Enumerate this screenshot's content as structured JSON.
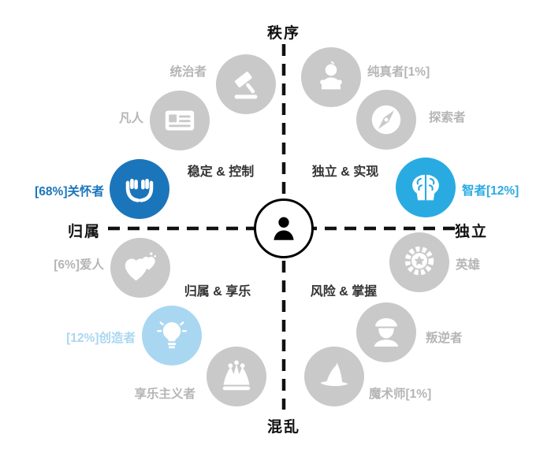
{
  "axes": {
    "top": "秩序",
    "bottom": "混乱",
    "left": "归属",
    "right": "独立"
  },
  "quadrants": [
    {
      "id": "top-left",
      "label": "稳定 & 控制"
    },
    {
      "id": "top-right",
      "label": "独立 & 实现"
    },
    {
      "id": "bottom-left",
      "label": "归属 & 享乐"
    },
    {
      "id": "bottom-right",
      "label": "风险 & 掌握"
    }
  ],
  "archetypes": [
    {
      "id": "ruler",
      "label": "统治者",
      "icon": "gavel-icon",
      "color": "#c9c9c9"
    },
    {
      "id": "innocent",
      "label": "纯真者[1%]",
      "icon": "baby-icon",
      "color": "#c9c9c9",
      "percent": 1
    },
    {
      "id": "everyman",
      "label": "凡人",
      "icon": "id-card-icon",
      "color": "#c9c9c9"
    },
    {
      "id": "explorer",
      "label": "探索者",
      "icon": "compass-icon",
      "color": "#c9c9c9"
    },
    {
      "id": "caregiver",
      "label": "[68%]关怀者",
      "icon": "hands-icon",
      "color": "#1b75bb",
      "percent": 68
    },
    {
      "id": "sage",
      "label": "智者[12%]",
      "icon": "brain-icon",
      "color": "#29abe2",
      "percent": 12
    },
    {
      "id": "lover",
      "label": "[6%]爱人",
      "icon": "hearts-icon",
      "color": "#c9c9c9",
      "percent": 6
    },
    {
      "id": "hero",
      "label": "英雄",
      "icon": "medal-icon",
      "color": "#c9c9c9"
    },
    {
      "id": "creator",
      "label": "[12%]创造者",
      "icon": "bulb-icon",
      "color": "#a9d7f1",
      "percent": 12
    },
    {
      "id": "rebel",
      "label": "叛逆者",
      "icon": "rebel-icon",
      "color": "#c9c9c9"
    },
    {
      "id": "jester",
      "label": "享乐主义者",
      "icon": "jester-hat-icon",
      "color": "#c9c9c9"
    },
    {
      "id": "magician",
      "label": "魔术师[1%]",
      "icon": "wizard-hat-icon",
      "color": "#c9c9c9",
      "percent": 1
    }
  ],
  "center": {
    "icon": "person-icon"
  },
  "colors": {
    "highlight_dark": "#1b75bb",
    "highlight_mid": "#29abe2",
    "highlight_light": "#a9d7f1",
    "neutral_circle": "#c9c9c9",
    "neutral_text": "#b5b5b5",
    "axis_text": "#111111",
    "quadrant_text": "#333333"
  }
}
